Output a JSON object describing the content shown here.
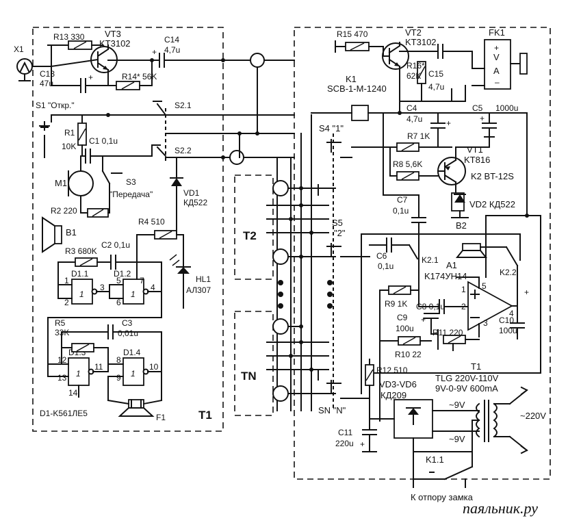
{
  "site": "паяльник.ру",
  "blocks": {
    "t1": "T1",
    "t2": "T2",
    "tn": "TN"
  },
  "labels": {
    "x1": "X1",
    "r13": "R13 330",
    "vt3a": "VT3",
    "vt3b": "KT3102",
    "c14a": "C14",
    "c14b": "4,7u",
    "c13a": "C13",
    "c13b": "47u",
    "r14": "R14* 56K",
    "s1": "S1 \"Откр.\"",
    "s21": "S2.1",
    "s22": "S2.2",
    "r1a": "R1",
    "r1b": "10K",
    "c1": "C1 0,1u",
    "m1": "M1",
    "s3a": "S3",
    "s3b": "\"Передача\"",
    "vd1a": "VD1",
    "vd1b": "КД522",
    "r2": "R2 220",
    "b1": "B1",
    "r4": "R4 510",
    "hl1a": "HL1",
    "hl1b": "АЛ307",
    "r3": "R3 680K",
    "c2": "C2 0,1u",
    "d11": "D1.1",
    "d12": "D1.2",
    "r5a": "R5",
    "r5b": "33K",
    "c3": "C3",
    "c3b": "0,01u",
    "d13": "D1.3",
    "d14": "D1.4",
    "d1": "D1-K561ЛЕ5",
    "f1": "F1",
    "r15": "R15 470",
    "vt2a": "VT2",
    "vt2b": "KT3102",
    "fk1": "FK1",
    "k1a": "K1",
    "k1b": "SCB-1-M-1240",
    "r16a": "R16*",
    "r16b": "62K",
    "c15a": "C15",
    "c15b": "4,7u",
    "c4a": "C4",
    "c4b": "4,7u",
    "c5a": "C5",
    "c5b": "1000u",
    "s4": "S4 \"1\"",
    "r7": "R7 1K",
    "vt1a": "VT1",
    "vt1b": "KT816",
    "r8": "R8 5,6K",
    "k2": "K2 BT-12S",
    "vd2": "VD2 КД522",
    "b2": "B2",
    "c7a": "C7",
    "c7b": "0,1u",
    "s5a": "S5",
    "s5b": "\"2\"",
    "c6a": "C6",
    "c6b": "0,1u",
    "k21": "K2.1",
    "a1a": "A1",
    "a1b": "K174УН14",
    "k22": "K2.2",
    "r9": "R9 1K",
    "c8": "C8 0,1u",
    "c9a": "C9",
    "c9b": "100u",
    "r11": "R11 220",
    "c10a": "C10",
    "c10b": "100u",
    "r10": "R10 22",
    "r12": "R12 510",
    "vd36a": "VD3-VD6",
    "vd36b": "КД209",
    "t1tr": "T1",
    "tlg1": "TLG 220V-110V",
    "tlg2": "9V-0-9V 600mA",
    "v9a": "~9V",
    "v9b": "~9V",
    "v220": "~220V",
    "c11a": "C11",
    "c11b": "220u",
    "sn": "SN \"N\"",
    "k11": "K1.1",
    "lock": "К отпору замка",
    "fk_v": "V",
    "fk_a": "A",
    "fk_plus": "+",
    "fk_minus": "–"
  },
  "pins": {
    "d11_1": "1",
    "d11_2": "2",
    "d11_3": "3",
    "d12_5": "5",
    "d12_6": "6",
    "d12_7": "7",
    "d12_4": "4",
    "d13_12": "12",
    "d13_13": "13",
    "d13_11": "11",
    "d13_14": "14",
    "d14_8": "8",
    "d14_9": "9",
    "d14_10": "10",
    "a1_1": "1",
    "a1_2": "2",
    "a1_3": "3",
    "a1_4": "4",
    "a1_5": "5",
    "gate_sym": "1"
  }
}
